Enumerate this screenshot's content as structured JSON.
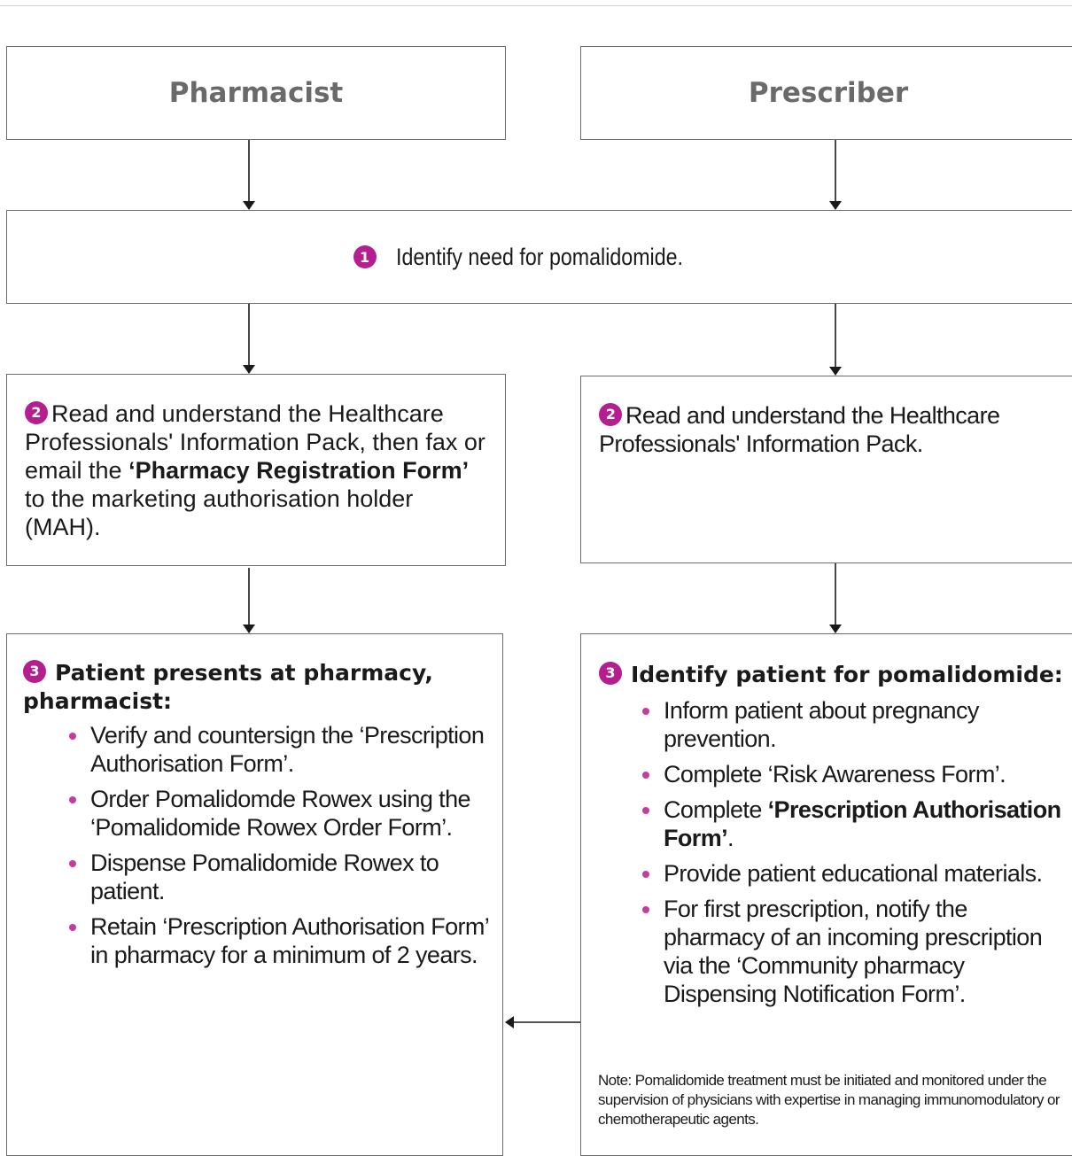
{
  "roles": {
    "pharmacist": "Pharmacist",
    "prescriber": "Prescriber"
  },
  "step1": {
    "number": "1",
    "text": "Identify need for pomalidomide."
  },
  "pharmacist_step2": {
    "number": "2",
    "text_pre": "Read and understand the Healthcare Professionals' Information Pack, then fax or email the ",
    "text_bold": "‘Pharmacy Registration Form’",
    "text_post": " to the marketing authorisation holder (MAH)."
  },
  "prescriber_step2": {
    "number": "2",
    "text": "Read and understand the Healthcare Professionals' Information Pack."
  },
  "pharmacist_step3": {
    "number": "3",
    "heading_bold": "Patient presents at pharmacy",
    "heading_rest": ", pharmacist:",
    "bullets": [
      "Verify and countersign the ‘Prescription Authorisation Form’.",
      "Order Pomalidomde Rowex using the ‘Pomalidomide Rowex Order Form’.",
      "Dispense Pomalidomide Rowex to patient.",
      "Retain ‘Prescription Authorisation Form’ in pharmacy for a minimum of 2 years."
    ]
  },
  "prescriber_step3": {
    "number": "3",
    "heading_bold": "Identify patient for pomalidomide",
    "heading_rest": ":",
    "bullets": {
      "b1": "Inform patient about pregnancy prevention.",
      "b2": "Complete ‘Risk Awareness Form’.",
      "b3_pre": "Complete ",
      "b3_bold": "‘Prescription Authorisation Form’",
      "b3_post": ".",
      "b4": "Provide patient educational materials.",
      "b5": "For first prescription, notify the pharmacy of an incoming prescription via the ‘Community pharmacy Dispensing Notification Form’."
    },
    "note": "Note: Pomalidomide treatment must be initiated and monitored under the supervision of physicians with expertise in managing immunomodulatory or chemotherapeutic agents."
  },
  "colors": {
    "accent": "#b41e8e",
    "bullet": "#c43c9f",
    "border": "#6b6b6b",
    "role_title": "#6a6a6a"
  }
}
